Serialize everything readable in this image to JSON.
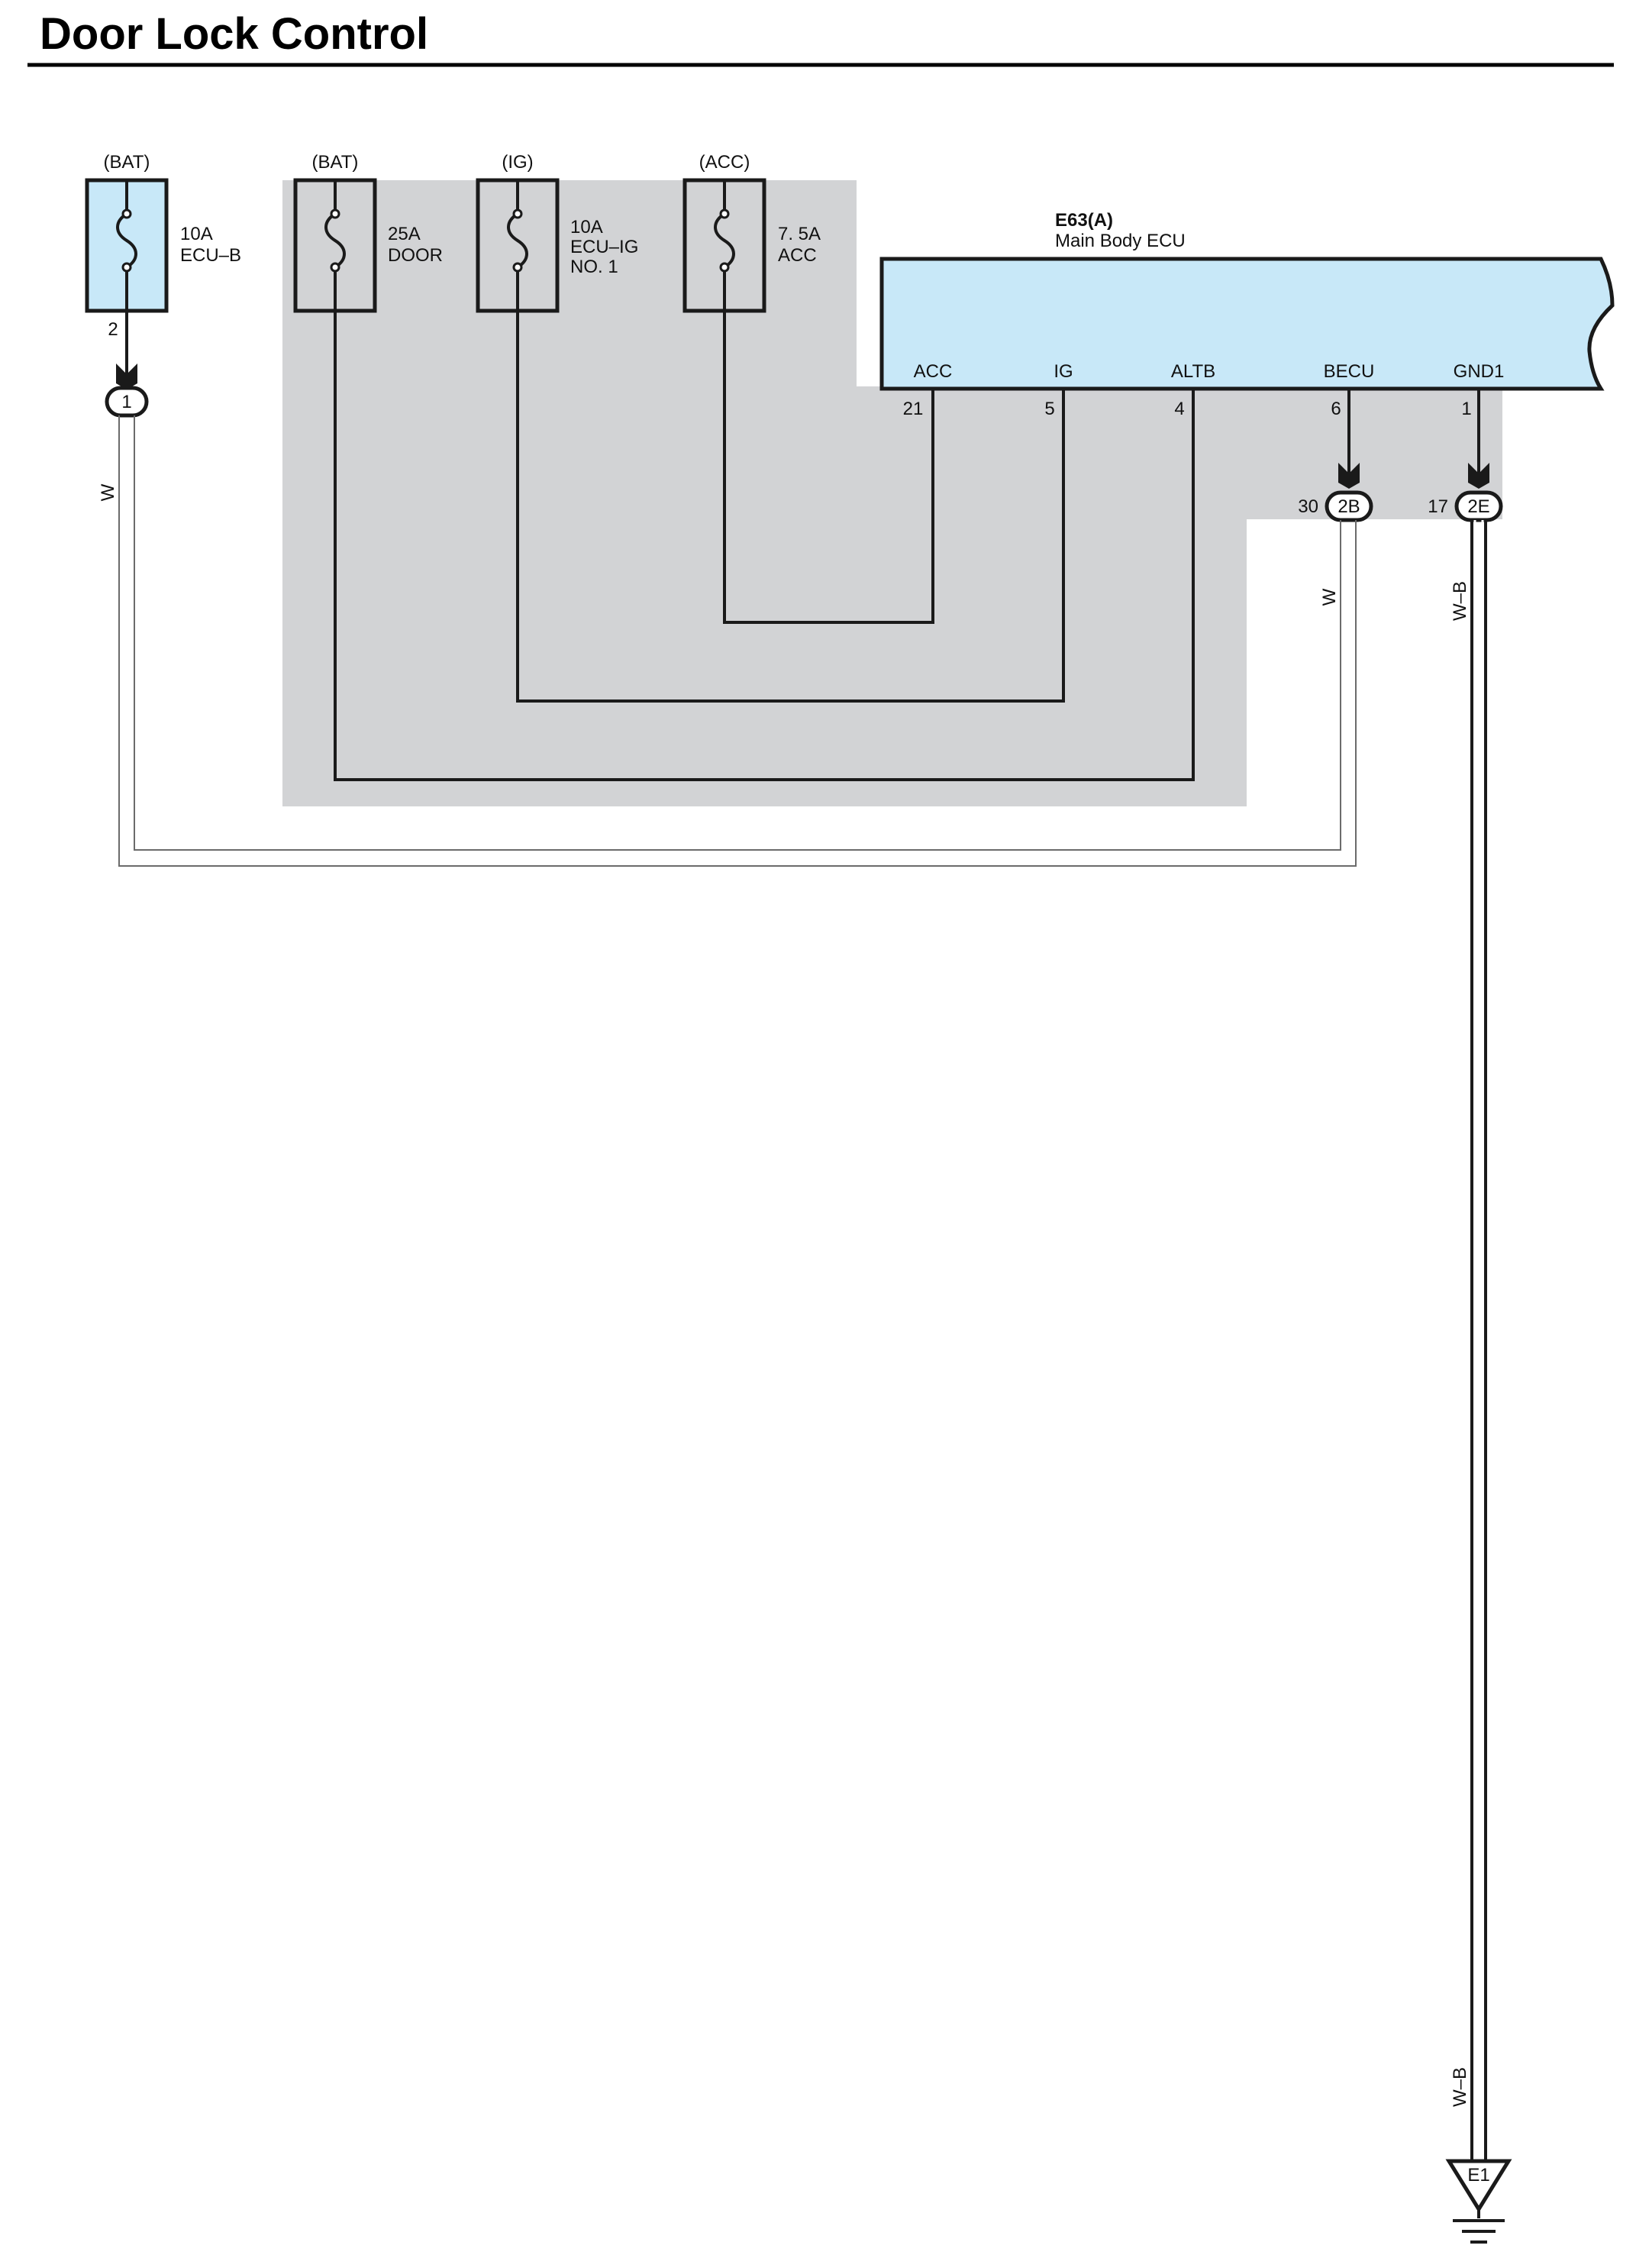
{
  "title": "Door Lock Control",
  "colors": {
    "shade": "#d2d3d5",
    "ecu_fill": "#c8e8f8",
    "line": "#1a1a1a"
  },
  "fuses": [
    {
      "source": "(BAT)",
      "rating": "10A",
      "name_lines": [
        "ECU–B"
      ],
      "out_pin": "2"
    },
    {
      "source": "(BAT)",
      "rating": "25A",
      "name_lines": [
        "DOOR"
      ]
    },
    {
      "source": "(IG)",
      "rating": "10A",
      "name_lines": [
        "ECU–IG",
        "NO. 1"
      ]
    },
    {
      "source": "(ACC)",
      "rating": "7. 5A",
      "name_lines": [
        "ACC"
      ]
    }
  ],
  "ecu": {
    "code": "E63(A)",
    "name": "Main Body ECU",
    "pins": [
      {
        "label": "ACC",
        "number": "21"
      },
      {
        "label": "IG",
        "number": "5"
      },
      {
        "label": "ALTB",
        "number": "4"
      },
      {
        "label": "BECU",
        "number": "6"
      },
      {
        "label": "GND1",
        "number": "1"
      }
    ]
  },
  "connectors": {
    "c1": "1",
    "c2b": {
      "id": "2B",
      "pin": "30"
    },
    "c2e": {
      "id": "2E",
      "pin": "17"
    }
  },
  "wire_colors": {
    "w_left": "W",
    "w_right": "W",
    "wb_top": "W–B",
    "wb_bottom": "W–B"
  },
  "ground": "E1"
}
